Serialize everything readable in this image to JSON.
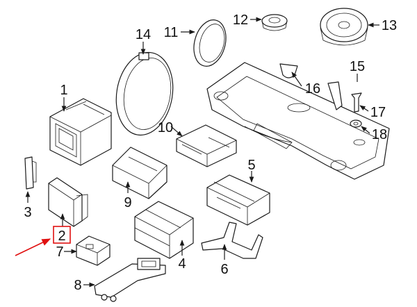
{
  "diagram": {
    "callouts": [
      {
        "id": "c1",
        "label": "1"
      },
      {
        "id": "c2",
        "label": "2"
      },
      {
        "id": "c3",
        "label": "3"
      },
      {
        "id": "c4",
        "label": "4"
      },
      {
        "id": "c5",
        "label": "5"
      },
      {
        "id": "c6",
        "label": "6"
      },
      {
        "id": "c7",
        "label": "7"
      },
      {
        "id": "c8",
        "label": "8"
      },
      {
        "id": "c9",
        "label": "9"
      },
      {
        "id": "c10",
        "label": "10"
      },
      {
        "id": "c11",
        "label": "11"
      },
      {
        "id": "c12",
        "label": "12"
      },
      {
        "id": "c13",
        "label": "13"
      },
      {
        "id": "c14",
        "label": "14"
      },
      {
        "id": "c15",
        "label": "15"
      },
      {
        "id": "c16",
        "label": "16"
      },
      {
        "id": "c17",
        "label": "17"
      },
      {
        "id": "c18",
        "label": "18"
      }
    ],
    "highlighted_callout": "2",
    "highlight_color": "#e01010",
    "line_color": "#1a1a1a"
  }
}
